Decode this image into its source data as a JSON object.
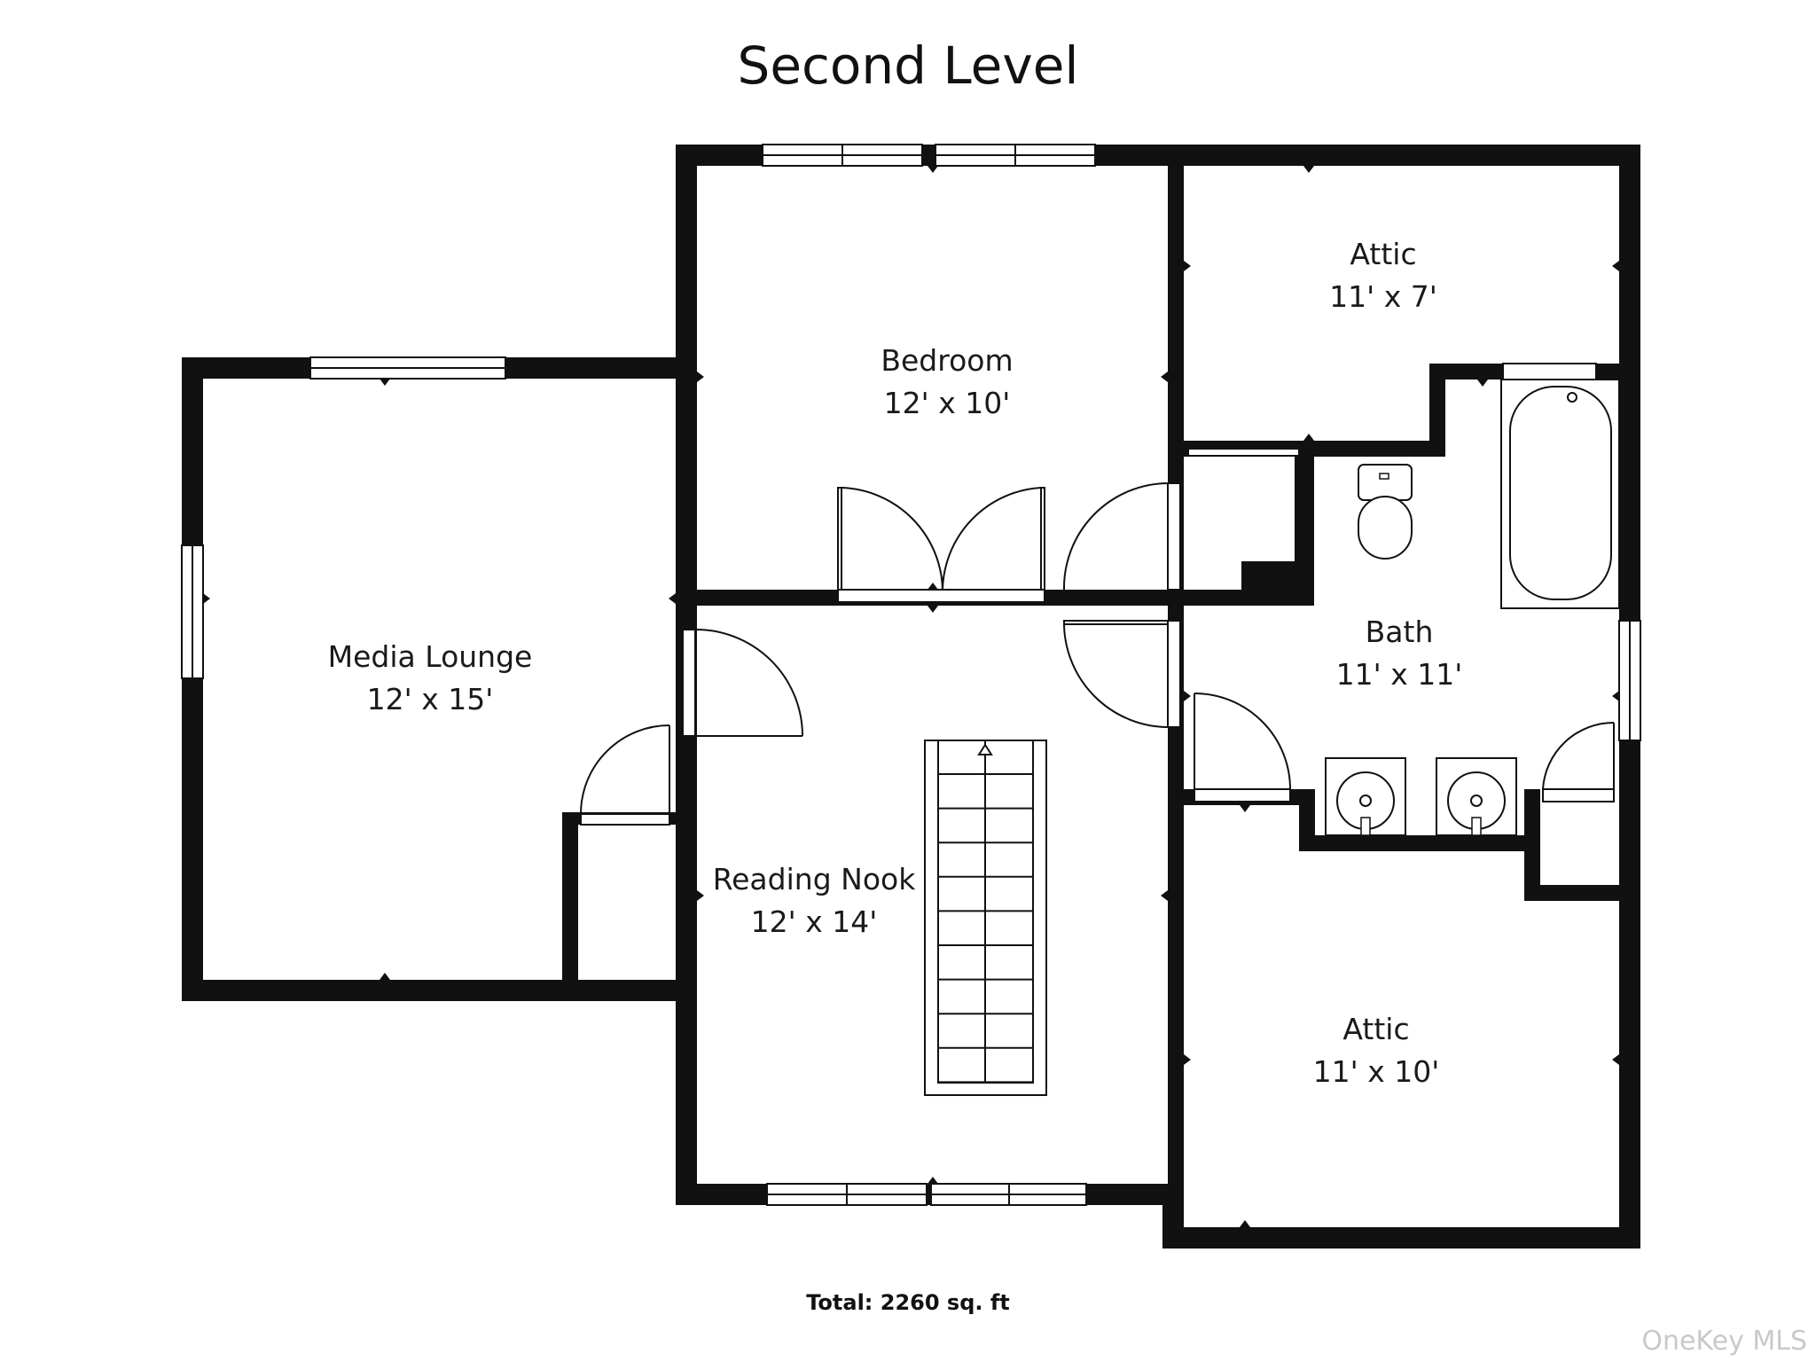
{
  "title": "Second Level",
  "total": "Total: 2260 sq. ft",
  "watermark": "OneKey MLS",
  "rooms": {
    "media_lounge": {
      "name": "Media Lounge",
      "size": "12' x 15'"
    },
    "bedroom": {
      "name": "Bedroom",
      "size": "12' x 10'"
    },
    "attic_top": {
      "name": "Attic",
      "size": "11' x 7'"
    },
    "bath": {
      "name": "Bath",
      "size": "11' x 11'"
    },
    "reading_nook": {
      "name": "Reading Nook",
      "size": "12' x 14'"
    },
    "attic_bottom": {
      "name": "Attic",
      "size": "11' x 10'"
    }
  },
  "colors": {
    "wall": "#111111",
    "background": "#ffffff",
    "watermark": "#c9c9c9"
  }
}
